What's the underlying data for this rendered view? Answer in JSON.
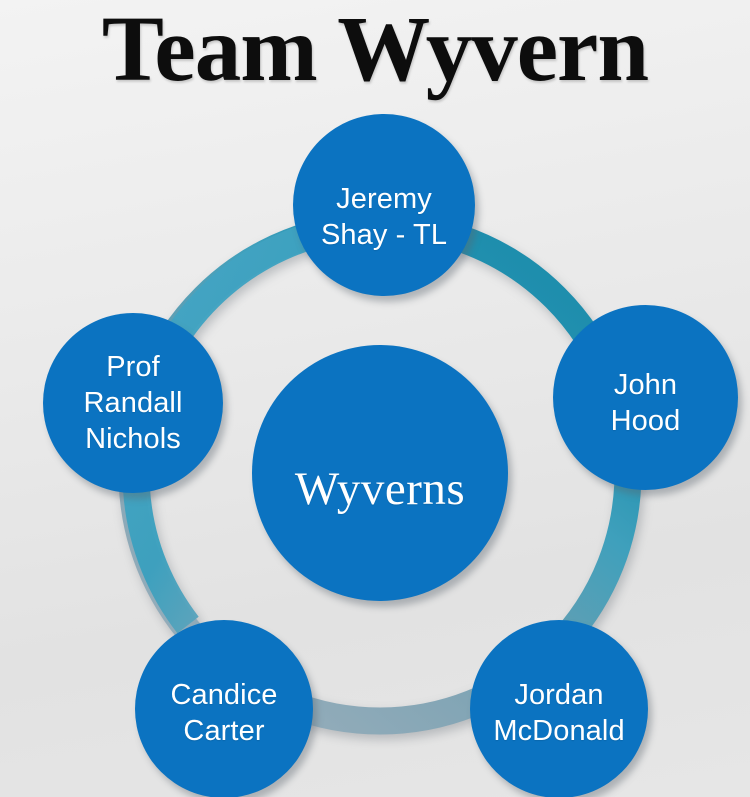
{
  "title": "Team Wyvern",
  "colors": {
    "node_blue": "#0b73c1",
    "ring_teal": "#1e90ad",
    "ring_light_teal": "#43a3c2",
    "ring_gray_blue": "#8ba6b8",
    "background": "#e8e8e8",
    "label_text": "#ffffff",
    "title_text": "#0d0d0d"
  },
  "center": {
    "label": "Wyverns"
  },
  "members": [
    {
      "label": "Jeremy\nShay - TL",
      "name": "Jeremy Shay",
      "role": "TL",
      "position": "top"
    },
    {
      "label": "John\nHood",
      "name": "John Hood",
      "role": "",
      "position": "right"
    },
    {
      "label": "Jordan\nMcDonald",
      "name": "Jordan McDonald",
      "role": "",
      "position": "bottom-right"
    },
    {
      "label": "Candice\nCarter",
      "name": "Candice Carter",
      "role": "",
      "position": "bottom-left"
    },
    {
      "label": "Prof\nRandall\nNichols",
      "name": "Prof Randall Nichols",
      "role": "",
      "position": "left"
    }
  ]
}
